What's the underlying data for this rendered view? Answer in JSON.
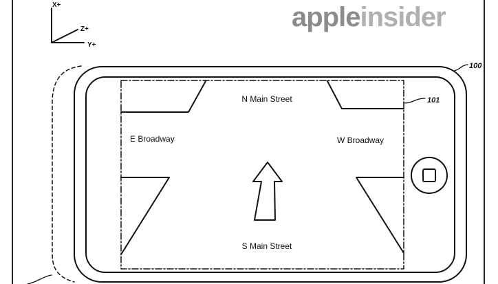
{
  "watermark": {
    "part_a": "apple",
    "part_b": "insider"
  },
  "axes": {
    "x_label": "X+",
    "y_label": "Y+",
    "z_label": "Z+"
  },
  "reference_numerals": {
    "device": "100",
    "display": "101"
  },
  "streets": {
    "north": "N Main Street",
    "south": "S Main Street",
    "east": "E Broadway",
    "west": "W Broadway"
  },
  "icons": {
    "direction": "up-arrow-icon",
    "home_button": "home-button-icon"
  },
  "colors": {
    "line": "#111111",
    "watermark_dark": "#8c8c8c",
    "watermark_light": "#b0b0b0"
  }
}
